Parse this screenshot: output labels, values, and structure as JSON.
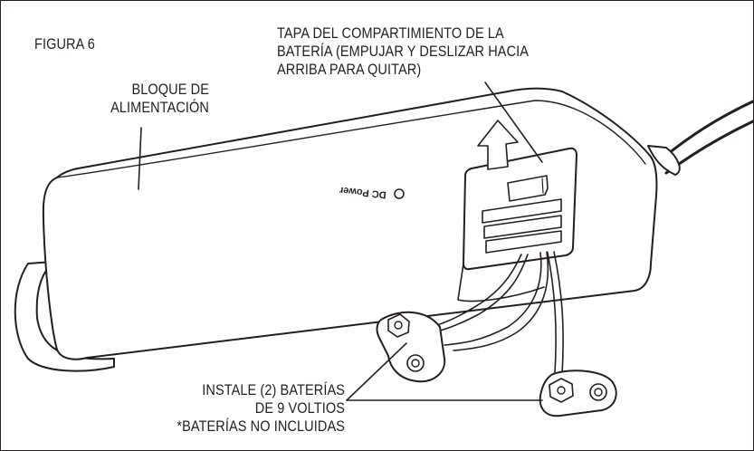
{
  "figure": {
    "title": "FIGURA 6",
    "battery_cover_label": [
      "TAPA DEL COMPARTIMIENTO DE LA",
      "BATERÍA (EMPUJAR Y DESLIZAR HACIA",
      "ARRIBA PARA QUITAR)"
    ],
    "power_block_label": [
      "BLOQUE DE",
      "ALIMENTACIÓN"
    ],
    "install_label": [
      "INSTALE (2) BATERÍAS",
      "DE 9 VOLTIOS",
      "*BATERÍAS NO INCLUIDAS"
    ],
    "device_marking": "DC Power",
    "colors": {
      "line": "#231f20",
      "background": "#ffffff"
    }
  }
}
